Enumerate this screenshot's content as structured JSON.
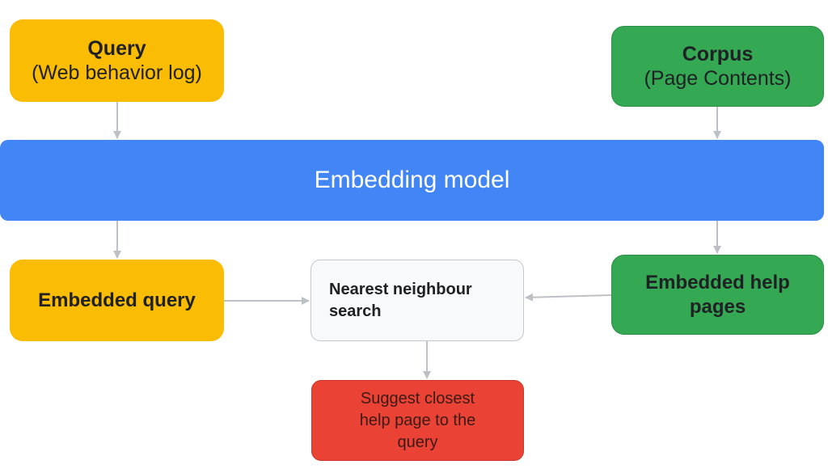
{
  "nodes": {
    "query": {
      "title": "Query",
      "subtitle": "(Web behavior log)",
      "color": "#fbbc04"
    },
    "corpus": {
      "title": "Corpus",
      "subtitle": "(Page Contents)",
      "color": "#34a853"
    },
    "embedding_model": {
      "label": "Embedding model",
      "color": "#4285f4"
    },
    "embedded_query": {
      "label": "Embedded query",
      "color": "#fbbc04"
    },
    "nearest_neighbour": {
      "line1": "Nearest neighbour",
      "line2": "search",
      "color": "#f8f9fa"
    },
    "embedded_help_pages": {
      "line1": "Embedded help",
      "line2": "pages",
      "color": "#34a853"
    },
    "suggest": {
      "line1": "Suggest closest",
      "line2": "help page to the",
      "line3": "query",
      "color": "#ea4335"
    }
  },
  "edge_color": "#bdc1c6"
}
